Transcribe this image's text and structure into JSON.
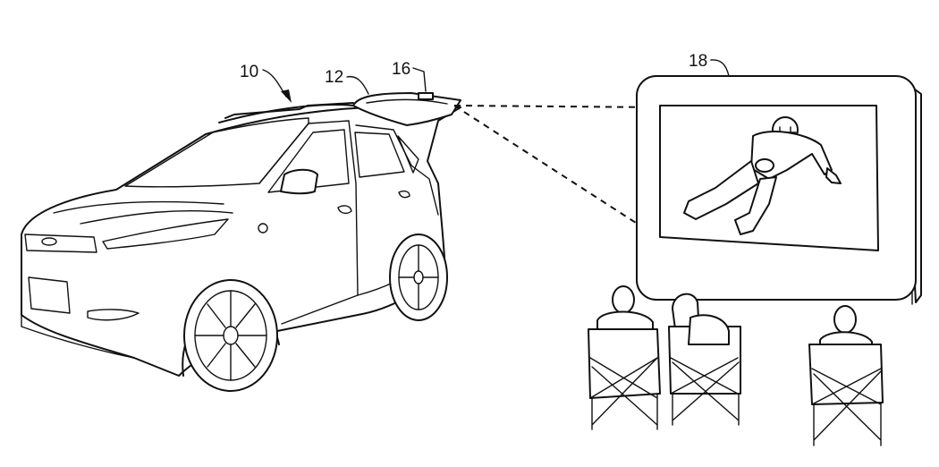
{
  "reference_numerals": {
    "vehicle": "10",
    "liftgate": "12",
    "projector": "16",
    "screen": "18"
  }
}
